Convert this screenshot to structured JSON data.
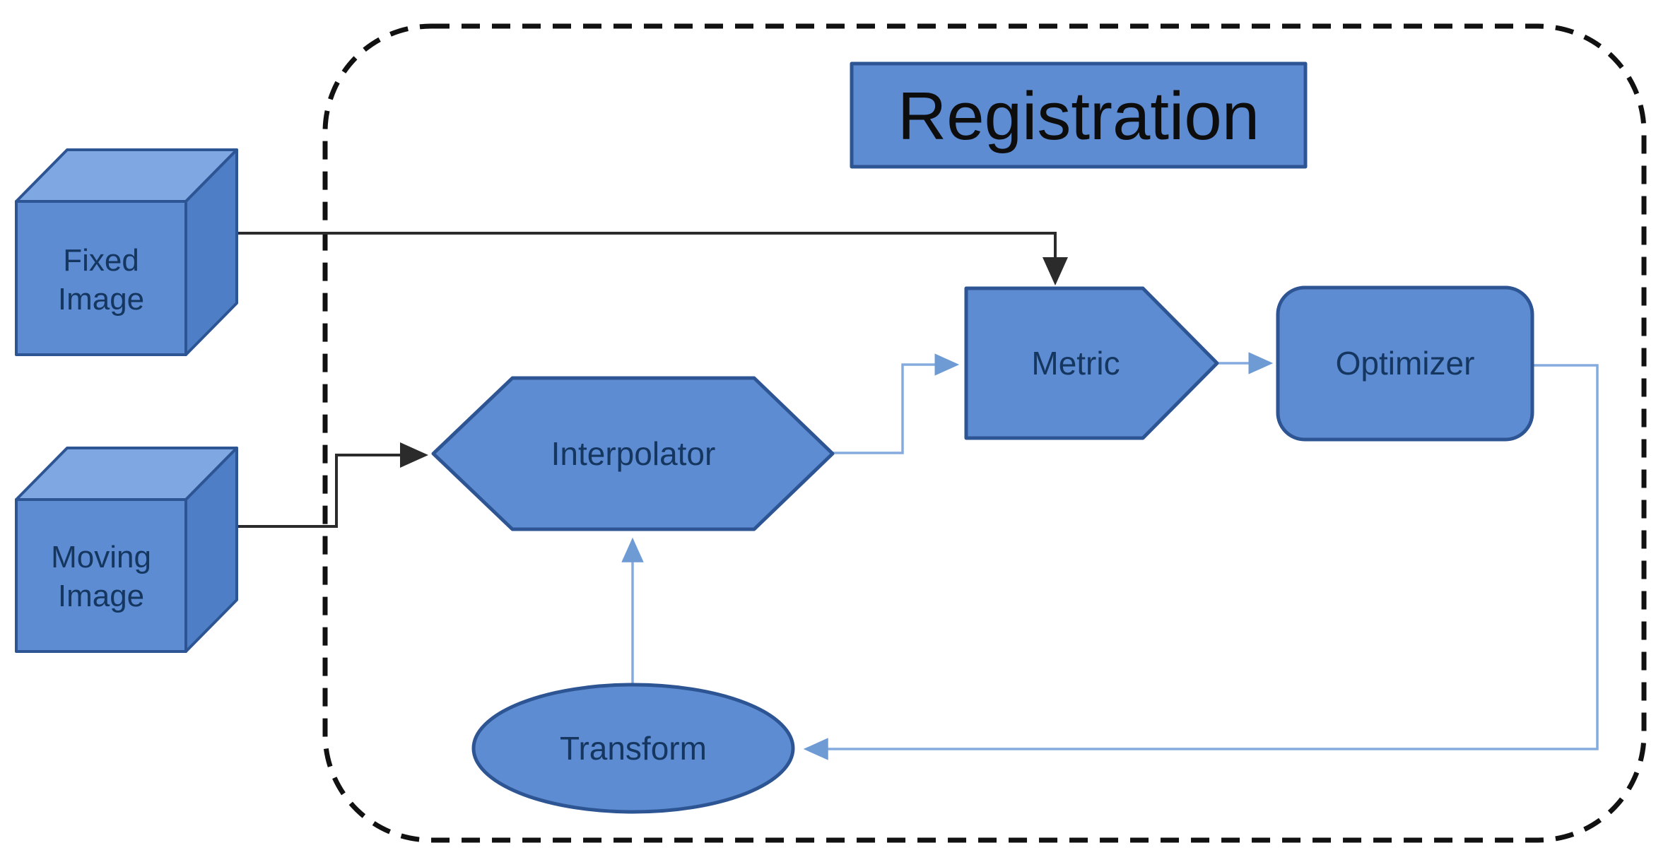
{
  "title": {
    "label": "Registration"
  },
  "nodes": {
    "fixed_image": {
      "lines": [
        "Fixed",
        "Image"
      ],
      "shape": "cube"
    },
    "moving_image": {
      "lines": [
        "Moving",
        "Image"
      ],
      "shape": "cube"
    },
    "interpolator": {
      "label": "Interpolator",
      "shape": "hexagon"
    },
    "metric": {
      "label": "Metric",
      "shape": "pentagon-arrow"
    },
    "optimizer": {
      "label": "Optimizer",
      "shape": "rounded-rectangle"
    },
    "transform": {
      "label": "Transform",
      "shape": "ellipse"
    }
  },
  "edges": [
    {
      "from": "fixed-image",
      "to": "metric",
      "color": "black"
    },
    {
      "from": "moving-image",
      "to": "interpolator",
      "color": "black"
    },
    {
      "from": "interpolator",
      "to": "metric",
      "color": "blue"
    },
    {
      "from": "metric",
      "to": "optimizer",
      "color": "blue"
    },
    {
      "from": "optimizer",
      "to": "transform",
      "color": "blue"
    },
    {
      "from": "transform",
      "to": "interpolator",
      "color": "blue"
    }
  ],
  "colors": {
    "background": "#ffffff",
    "node_fill": "#5d8cd3",
    "node_fill_light": "#7fa7e2",
    "node_fill_dark": "#4e7fc6",
    "node_border": "#2e5593",
    "node_text": "#14365f",
    "title_text": "#0d0d0d",
    "connector_blue": "#85abde",
    "connector_black": "#2b2b2b",
    "dashed_border": "#111111"
  }
}
